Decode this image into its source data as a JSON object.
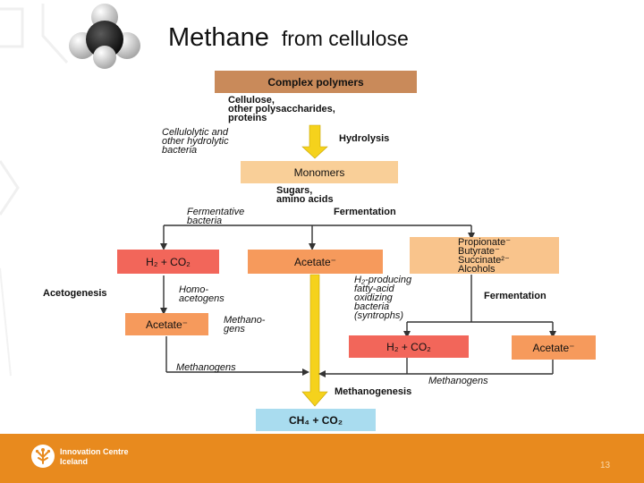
{
  "title": {
    "main": "Methane",
    "sub": "from cellulose"
  },
  "diagram": {
    "complex_polymers": "Complex polymers",
    "complex_desc": [
      "Cellulose,",
      "other polysaccharides,",
      "proteins"
    ],
    "cellulolytic_label": [
      "Cellulolytic and",
      "other hydrolytic",
      "bacteria"
    ],
    "hydrolysis": "Hydrolysis",
    "monomers": "Monomers",
    "monomers_desc": [
      "Sugars,",
      "amino acids"
    ],
    "fermentative_label": [
      "Fermentative",
      "bacteria"
    ],
    "fermentation_top": "Fermentation",
    "h2_co2_left": "H₂ + CO₂",
    "acetate_center": "Acetate⁻",
    "fatty_acids": [
      "Propionate⁻",
      "Butyrate⁻",
      "Succinate²⁻",
      "Alcohols"
    ],
    "acetogenesis": "Acetogenesis",
    "homoacetogens": [
      "Homo-",
      "acetogens"
    ],
    "acetate_left": "Acetate⁻",
    "methanogens_left": [
      "Methano-",
      "gens"
    ],
    "h2_producing": [
      "H₂-producing",
      "fatty-acid",
      "oxidizing",
      "bacteria",
      "(syntrophs)"
    ],
    "fermentation_right": "Fermentation",
    "h2_co2_right": "H₂ + CO₂",
    "acetate_right": "Acetate⁻",
    "methanogens_bottom_left": "Methanogens",
    "methanogens_bottom_right": "Methanogens",
    "methanogenesis": "Methanogenesis",
    "ch4_co2": "CH₄ + CO₂"
  },
  "footer": {
    "org_line1": "Innovation Centre",
    "org_line2": "Iceland",
    "page_number": "13"
  },
  "colors": {
    "brown_box": "#c98a5a",
    "peach_box": "#f9cf98",
    "red_box": "#f2665a",
    "orange_box": "#f69a5c",
    "light_orange_box": "#f9c48c",
    "blue_box": "#a9dcef",
    "yellow_arrow": "#f5d21c",
    "footer": "#e88a1e"
  },
  "icons": {
    "molecule": "methane-molecule-icon",
    "logo": "innovation-centre-logo-icon"
  }
}
